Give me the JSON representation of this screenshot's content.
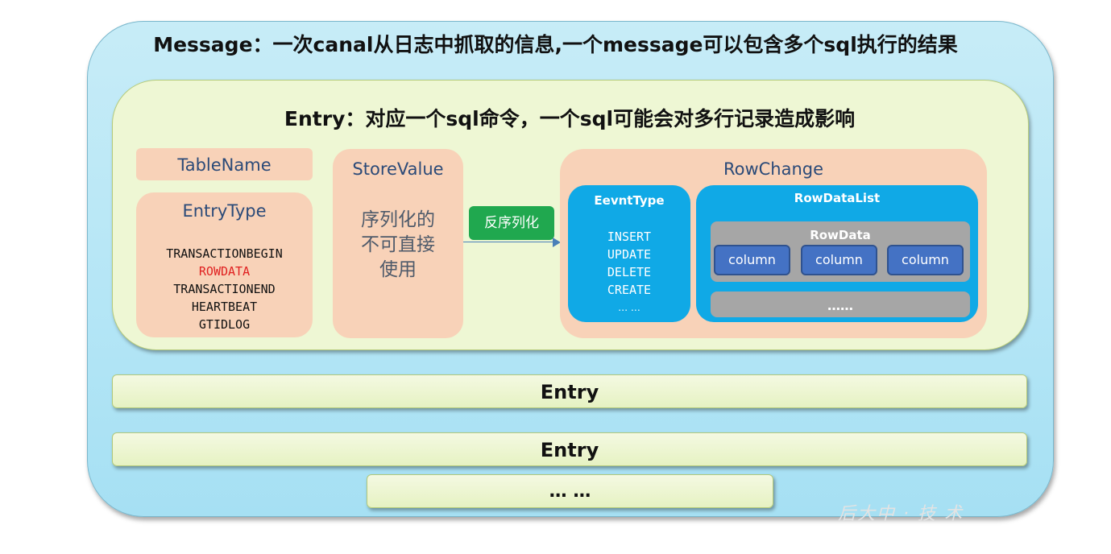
{
  "message": {
    "title": "Message：一次canal从日志中抓取的信息,一个message可以包含多个sql执行的结果"
  },
  "entry": {
    "title": "Entry：对应一个sql命令，一个sql可能会对多行记录造成影响",
    "table_name": "TableName",
    "entry_type": {
      "title": "EntryType",
      "items": [
        "TRANSACTIONBEGIN",
        "ROWDATA",
        "TRANSACTIONEND",
        "HEARTBEAT",
        "GTIDLOG"
      ],
      "highlight_color": "#e02020"
    },
    "store_value": {
      "title": "StoreValue",
      "lines": [
        "序列化的",
        "不可直接",
        "使用"
      ]
    },
    "deserialize_label": "反序列化",
    "row_change": {
      "title": "RowChange",
      "event_type": {
        "title": "EevntType",
        "items": [
          "INSERT",
          "UPDATE",
          "DELETE",
          "CREATE"
        ],
        "ellipsis": "… …"
      },
      "row_data_list": {
        "title": "RowDataList",
        "row_data": {
          "title": "RowData",
          "columns": [
            "column",
            "column",
            "column"
          ]
        },
        "more": "……"
      }
    }
  },
  "entries": [
    "Entry",
    "Entry"
  ],
  "more_label": "… …",
  "colors": {
    "message_bg": "#b5e6f6",
    "entry_bg": "#eef7d4",
    "peach": "#f8d2b8",
    "blue": "#10a9e6",
    "gray": "#a6a6a6",
    "column": "#4472c4",
    "green_button": "#20a84f"
  }
}
